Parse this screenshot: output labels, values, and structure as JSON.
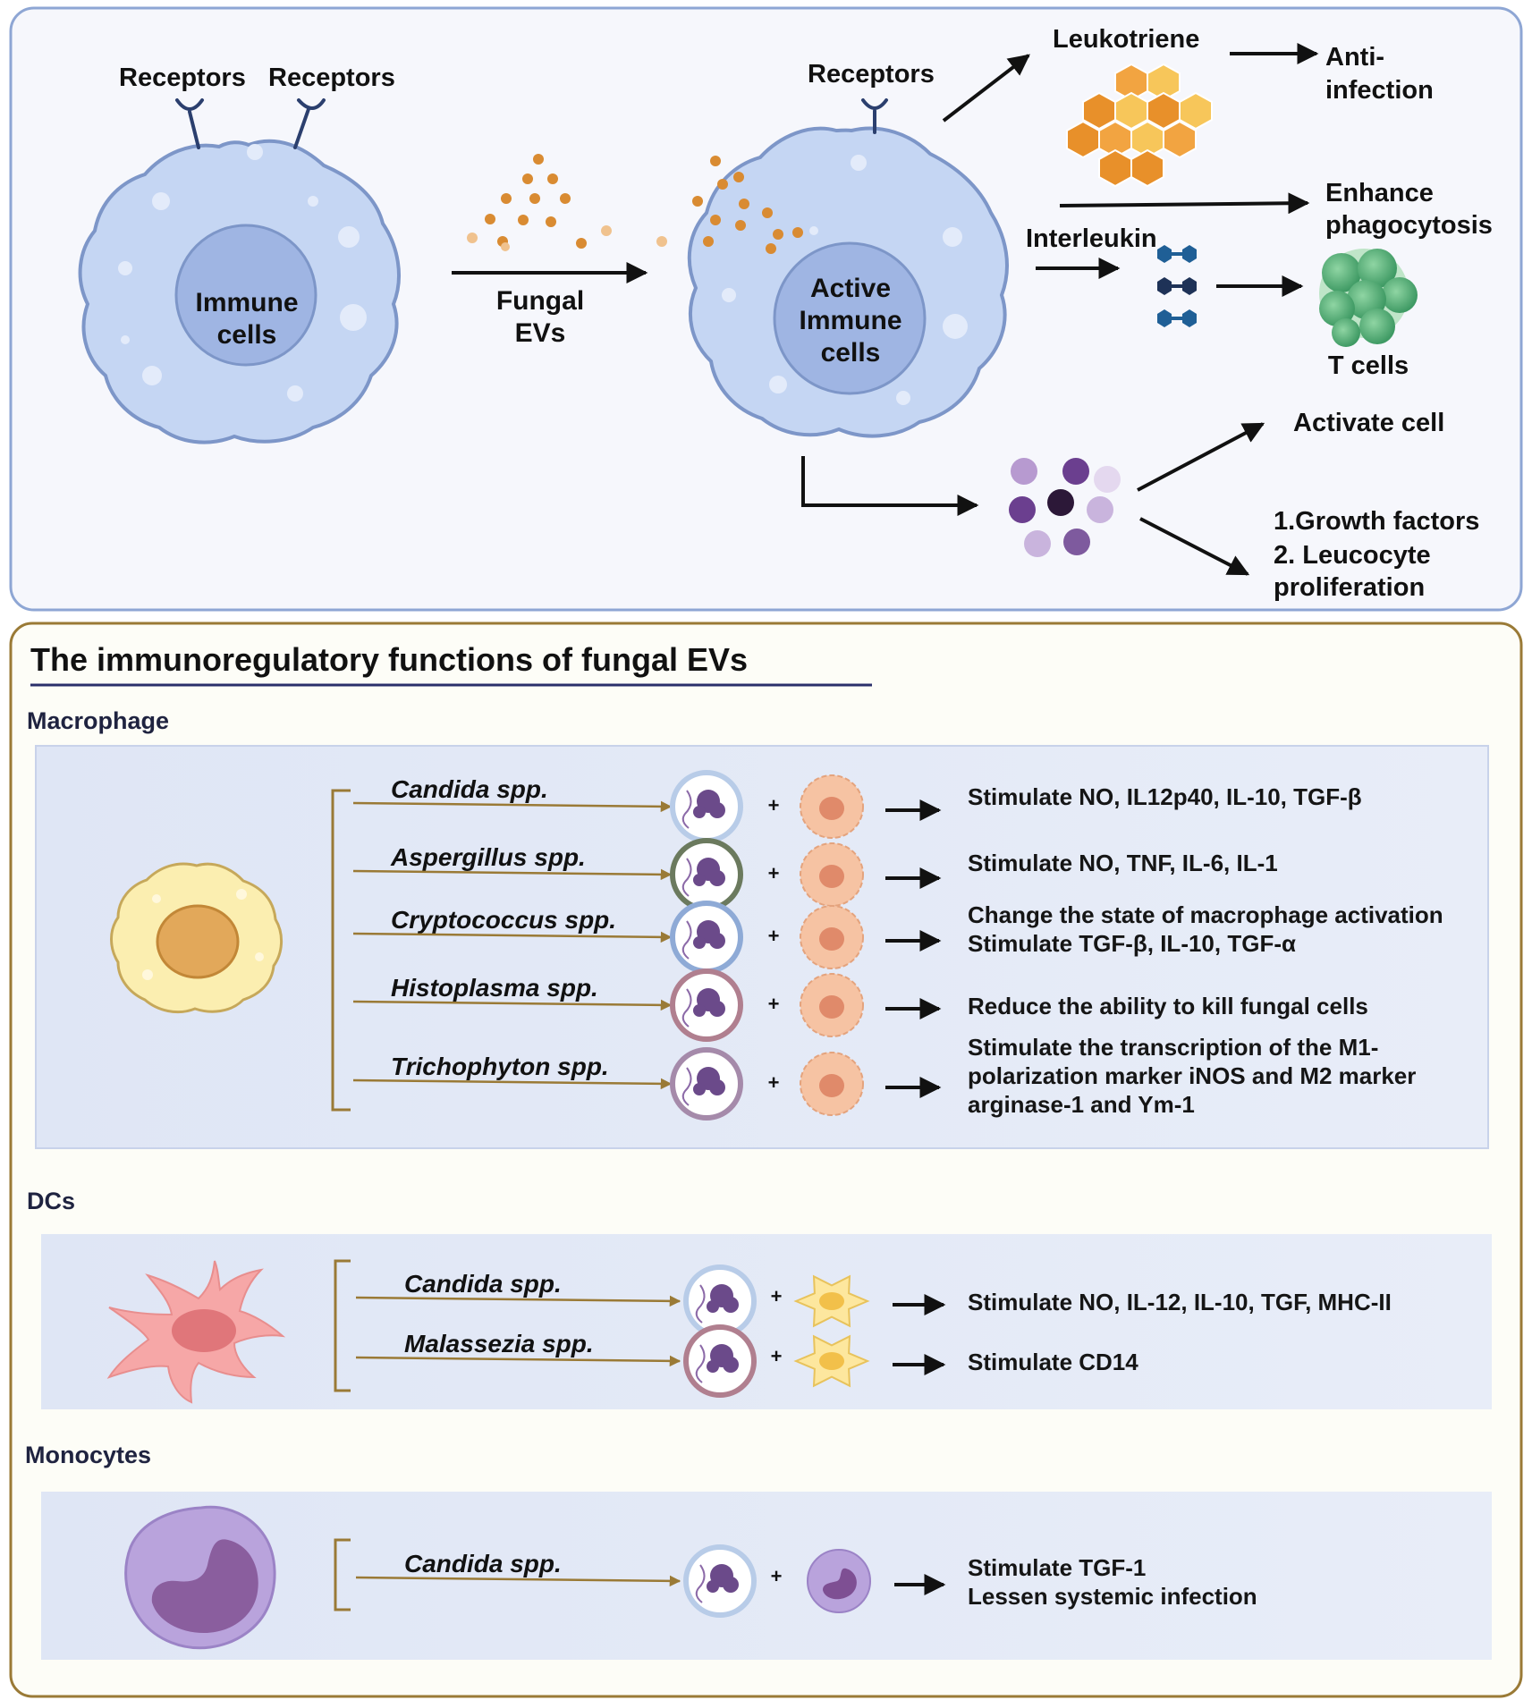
{
  "top": {
    "left_cell": {
      "receptor_1": "Receptors",
      "receptor_2": "Receptors",
      "nucleus_lines": [
        "Immune",
        "cells"
      ]
    },
    "fungal_evs_lines": [
      "Fungal",
      "EVs"
    ],
    "active_cell": {
      "receptor": "Receptors",
      "nucleus_lines": [
        "Active",
        "Immune",
        "cells"
      ]
    },
    "leukotriene": "Leukotriene",
    "anti_infection_lines": [
      "Anti-",
      "infection"
    ],
    "enhance_phagocytosis_lines": [
      "Enhance",
      "phagocytosis"
    ],
    "interleukin": "Interleukin",
    "t_cells": "T cells",
    "activate_cell": "Activate cell",
    "growth_lines": [
      "1.Growth factors",
      "2. Leucocyte",
      "proliferation"
    ]
  },
  "bottom": {
    "title": "The immunoregulatory functions of fungal EVs",
    "plus": "+",
    "sections": [
      {
        "label": "Macrophage",
        "rows": [
          {
            "species": "Candida spp.",
            "effect_lines": [
              "Stimulate NO, IL12p40, IL-10, TGF-β"
            ]
          },
          {
            "species": "Aspergillus spp.",
            "effect_lines": [
              "Stimulate NO, TNF, IL-6, IL-1"
            ]
          },
          {
            "species": "Cryptococcus spp.",
            "effect_lines": [
              "Change the state of macrophage activation",
              "Stimulate TGF-β, IL-10, TGF-α"
            ]
          },
          {
            "species": "Histoplasma spp.",
            "effect_lines": [
              "Reduce the ability to kill fungal cells"
            ]
          },
          {
            "species": "Trichophyton spp.",
            "effect_lines": [
              "Stimulate the transcription of the M1-",
              "polarization marker iNOS and M2 marker",
              "arginase-1 and Ym-1"
            ]
          }
        ]
      },
      {
        "label": "DCs",
        "rows": [
          {
            "species": "Candida spp.",
            "effect_lines": [
              "Stimulate NO, IL-12, IL-10, TGF, MHC-II"
            ]
          },
          {
            "species": "Malassezia spp.",
            "effect_lines": [
              "Stimulate CD14"
            ]
          }
        ]
      },
      {
        "label": "Monocytes",
        "rows": [
          {
            "species": "Candida spp.",
            "effect_lines": [
              "Stimulate TGF-1",
              "Lessen systemic infection"
            ]
          }
        ]
      }
    ]
  },
  "colors": {
    "cell_blue": "#c5d6f3",
    "nucleus_blue": "#9fb5e3",
    "macrophage_yellow": "#fbeeb0",
    "dc_pink": "#f6a7a7",
    "monocyte_purple": "#b9a3dc",
    "ev_orange": "#d98b32",
    "frame_top": "#8ea6d4",
    "frame_bottom": "#9a7a36"
  }
}
